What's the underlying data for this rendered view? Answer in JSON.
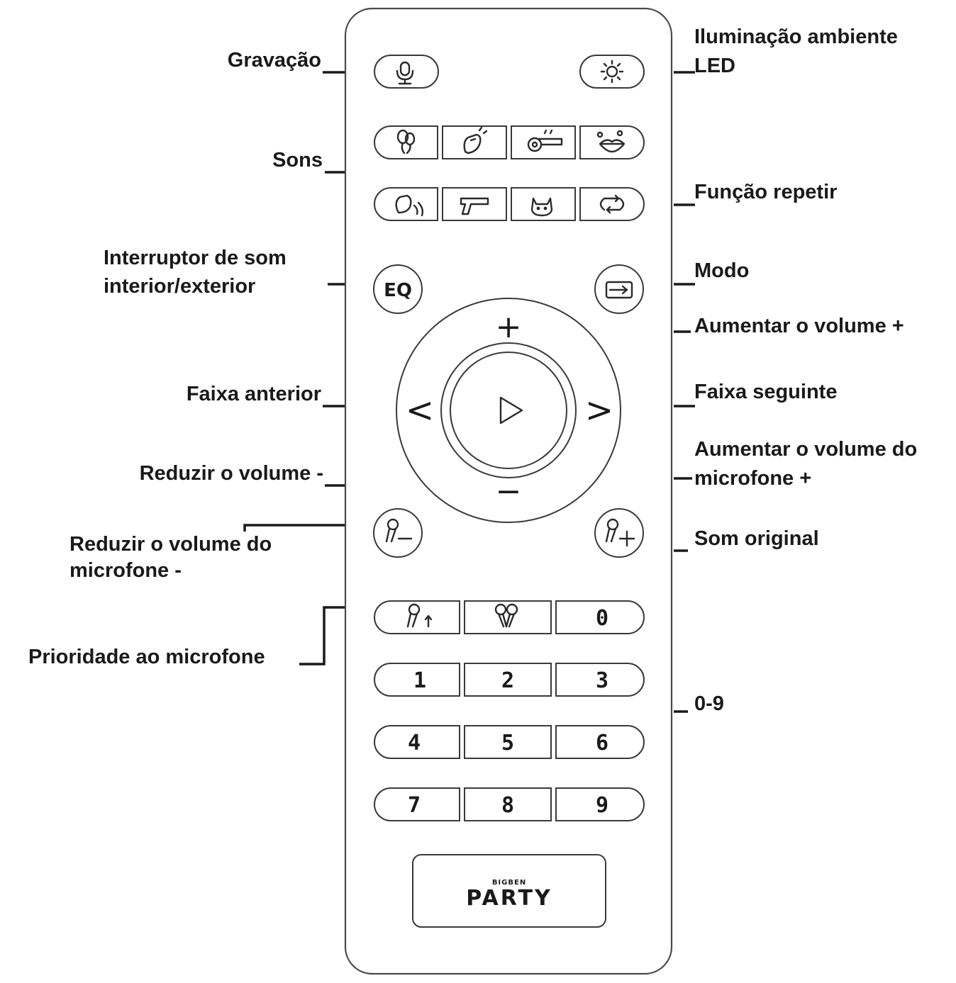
{
  "labels": {
    "gravacao": "Gravação",
    "iluminacao_1": "Iluminação ambiente",
    "iluminacao_2": "LED",
    "sons": "Sons",
    "funcao_repetir": "Função repetir",
    "interruptor_1": "Interruptor de som",
    "interruptor_2": "interior/exterior",
    "modo": "Modo",
    "aumentar_volume": "Aumentar o volume +",
    "faixa_anterior": "Faixa anterior",
    "faixa_seguinte": "Faixa seguinte",
    "reduzir_volume": "Reduzir o volume -",
    "aumentar_mic_1": "Aumentar o volume do",
    "aumentar_mic_2": "microfone +",
    "reduzir_mic_1": "Reduzir o volume do",
    "reduzir_mic_2": "microfone -",
    "som_original": "Som original",
    "prioridade": "Prioridade ao microfone",
    "zero_nove": "0-9"
  },
  "remote": {
    "eq_text": "EQ",
    "plus": "+",
    "minus": "−",
    "prev": "<",
    "next": ">",
    "keys": {
      "k0": "0",
      "k1": "1",
      "k2": "2",
      "k3": "3",
      "k4": "4",
      "k5": "5",
      "k6": "6",
      "k7": "7",
      "k8": "8",
      "k9": "9"
    },
    "brand_small": "BIGBEN",
    "brand_big": "PARTY"
  },
  "icons": {
    "mic": "microphone-icon",
    "light": "sun-icon",
    "sounds": [
      "balloons-icon",
      "clapping-hands-icon",
      "whistle-icon",
      "kiss-lips-icon",
      "waving-hand-icon",
      "pistol-icon",
      "cat-icon",
      "repeat-icon"
    ],
    "mode": "input-mode-icon",
    "play": "play-icon"
  }
}
